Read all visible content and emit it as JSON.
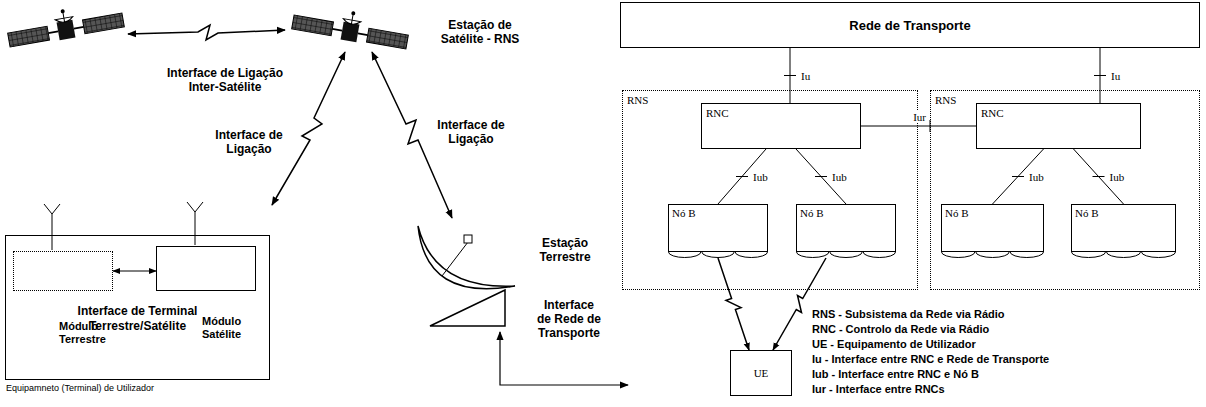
{
  "diagram": {
    "nodes": [
      {
        "text": [
          "Interface de Terminal Terrestre/Satélite",
          "Equipamneto (Terminal) de Utilizador"
        ]
      },
      {
        "text": [
          "Módulo Terrestre"
        ],
        "in": 0
      },
      {
        "text": [
          "Módulo Satélite"
        ],
        "in": 0
      },
      {
        "text": [
          "Rede de Transporte"
        ]
      },
      {
        "text": [
          "RNS"
        ]
      },
      {
        "text": [
          "RNC"
        ],
        "in": 4
      },
      {
        "text": [
          "Nó B"
        ],
        "in": 4
      },
      {
        "text": [
          "Nó B"
        ],
        "in": 4
      },
      {
        "text": [
          "RNS"
        ]
      },
      {
        "text": [
          "RNC"
        ],
        "in": 8
      },
      {
        "text": [
          "Nó B"
        ],
        "in": 8
      },
      {
        "text": [
          "Nó B"
        ],
        "in": 8
      },
      {
        "text": [
          "UE"
        ]
      }
    ],
    "edges": [
      {
        "from": 1,
        "to": 2,
        "arrow": "both"
      },
      {
        "from": 3,
        "to": 5,
        "label": "Iu",
        "arrow": "none"
      },
      {
        "from": 3,
        "to": 9,
        "label": "Iu",
        "arrow": "none"
      },
      {
        "from": 5,
        "to": 9,
        "label": "Iur",
        "arrow": "none"
      },
      {
        "from": 5,
        "to": 6,
        "label": "Iub",
        "arrow": "none"
      },
      {
        "from": 5,
        "to": 7,
        "label": "Iub",
        "arrow": "none"
      },
      {
        "from": 9,
        "to": 10,
        "label": "Iub",
        "arrow": "none"
      },
      {
        "from": 9,
        "to": 11,
        "label": "Iub",
        "arrow": "none"
      },
      {
        "from": 6,
        "to": 12,
        "arrow": "to"
      },
      {
        "from": 7,
        "to": 12,
        "arrow": "to"
      }
    ],
    "labels": [
      "Interface de Ligação Inter-Satélite",
      "Estação de Satélite - RNS",
      "Interface de Ligação",
      "Interface de Ligação",
      "Estação Terrestre",
      "Interface de Rede de Transporte",
      "RNS - Subsistema da Rede via Rádio",
      "RNC - Controlo da Rede via Rádio",
      "UE - Equipamento de Utilizador",
      "Iu - Interface entre RNC e Rede de Transporte",
      "Iub - Interface entre RNC e Nó B",
      "Iur - Interface entre RNCs"
    ]
  }
}
